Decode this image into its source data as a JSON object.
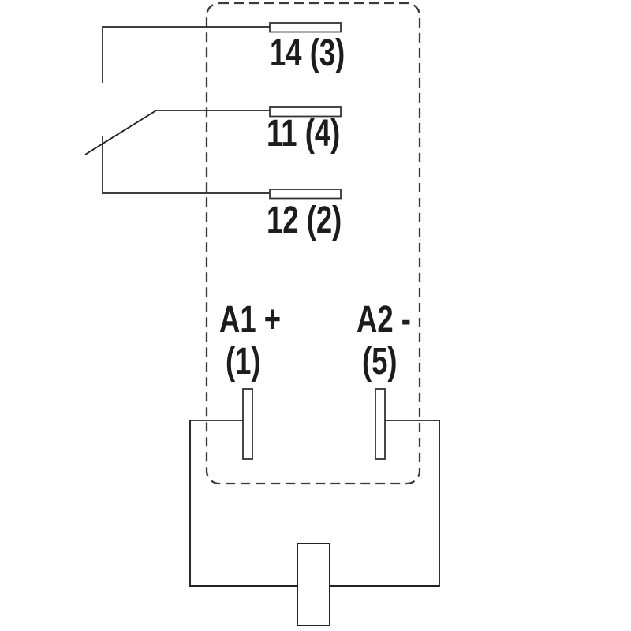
{
  "diagram": {
    "title_hint": "relay wiring diagram",
    "contacts": {
      "no_terminal_label": "14 (3)",
      "common_terminal_label": "11 (4)",
      "nc_terminal_label": "12 (2)"
    },
    "coil": {
      "a1_label": "A1 +",
      "a1_pin_label": "(1)",
      "a2_label": "A2 -",
      "a2_pin_label": "(5)"
    },
    "colors": {
      "background": "#ffffff",
      "solid_line": "#222222",
      "dashed_outline": "#3a3a3a",
      "pad_border": "#333333",
      "text": "#1c1c1c"
    }
  }
}
